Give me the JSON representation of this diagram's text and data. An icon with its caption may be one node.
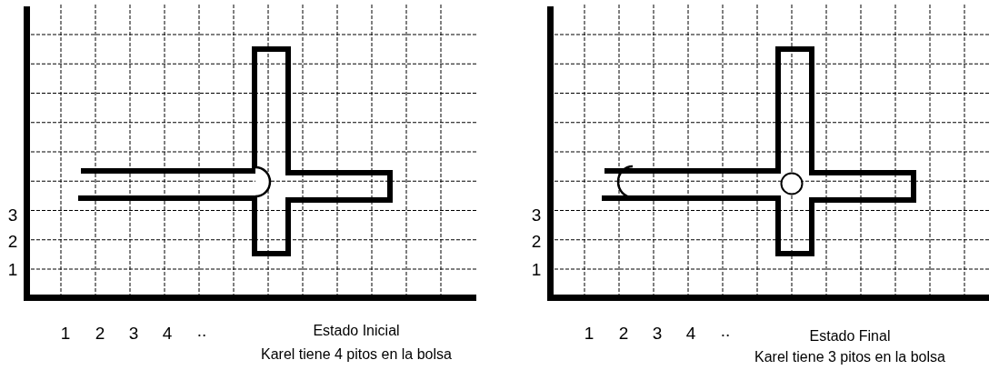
{
  "diagram": {
    "nodes": [
      {
        "text": [
          "Estado Inicial",
          "Karel tiene 4 pitos en la bolsa"
        ]
      },
      {
        "text": [
          "Estado Final",
          "Karel tiene 3 pitos en la bolsa"
        ]
      }
    ],
    "labels": [
      "3",
      "2",
      "1",
      "1",
      "2",
      "3",
      "4",
      "..",
      "3",
      "2",
      "1",
      "1",
      "2",
      "3",
      "4",
      ".."
    ]
  }
}
